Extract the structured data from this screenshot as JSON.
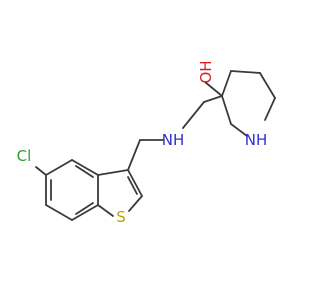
{
  "molecule": {
    "atoms": {
      "chlorine": "Cl",
      "sulfur": "S",
      "amine": "NH",
      "hydroxyl": "OH",
      "piperidine_nh": "NH"
    }
  },
  "colors": {
    "bond": "#3a3a3a",
    "chlorine": "#2f9e2f",
    "sulfur": "#b8a600",
    "nitrogen": "#2f2fd8",
    "oxygen": "#d82020"
  }
}
